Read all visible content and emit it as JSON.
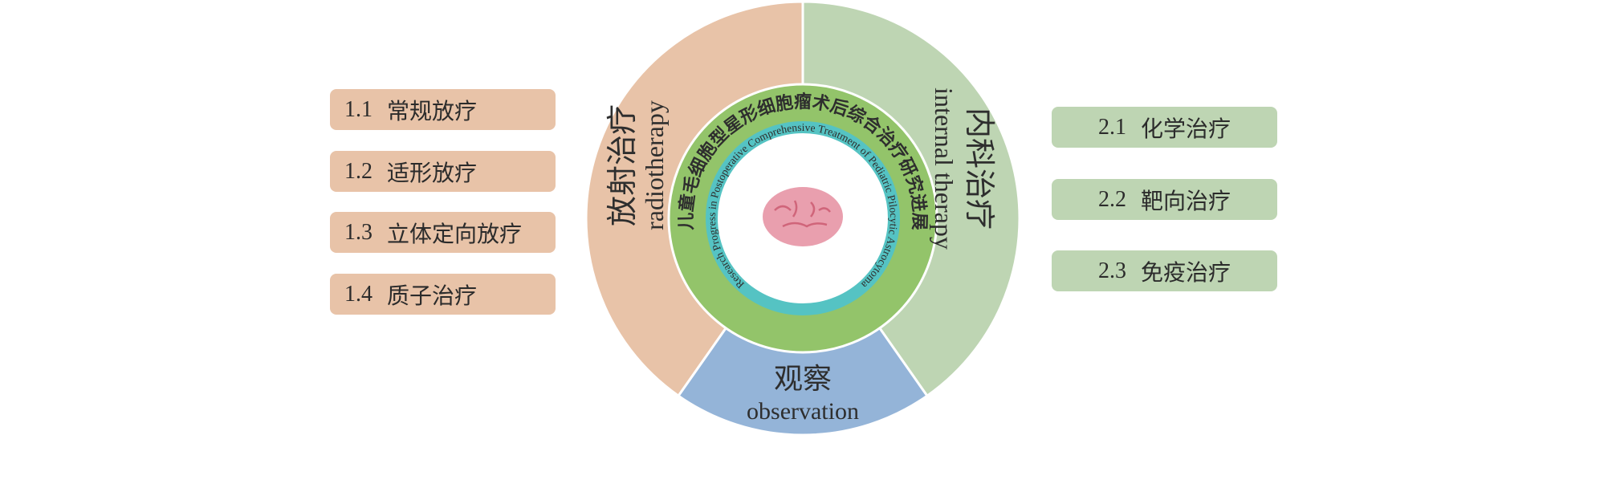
{
  "title_cn": "儿童毛细胞型星形细胞瘤术后综合治疗研究进展",
  "title_en": "Research Progress in Postoperative Comprehensive Treatment of Pediatric Pilocytic Astrocytoma",
  "sections": {
    "radiotherapy": {
      "cn": "放射治疗",
      "en": "radiotherapy",
      "color": "#e8c3a8"
    },
    "internal": {
      "cn": "内科治疗",
      "en": "internal therapy",
      "color": "#bed5b3"
    },
    "observation": {
      "cn": "观察",
      "en": "observation",
      "color": "#94b4d8"
    }
  },
  "radiotherapy_items": [
    {
      "num": "1.1",
      "label": "常规放疗"
    },
    {
      "num": "1.2",
      "label": "适形放疗"
    },
    {
      "num": "1.3",
      "label": "立体定向放疗"
    },
    {
      "num": "1.4",
      "label": "质子治疗"
    }
  ],
  "internal_items": [
    {
      "num": "2.1",
      "label": "化学治疗"
    },
    {
      "num": "2.2",
      "label": "靶向治疗"
    },
    {
      "num": "2.3",
      "label": "免疫治疗"
    }
  ],
  "colors": {
    "green_ring": "#93c46a",
    "teal_ring": "#55c3c3",
    "brain": "#e79aa8"
  },
  "center_icon": "brain-icon"
}
